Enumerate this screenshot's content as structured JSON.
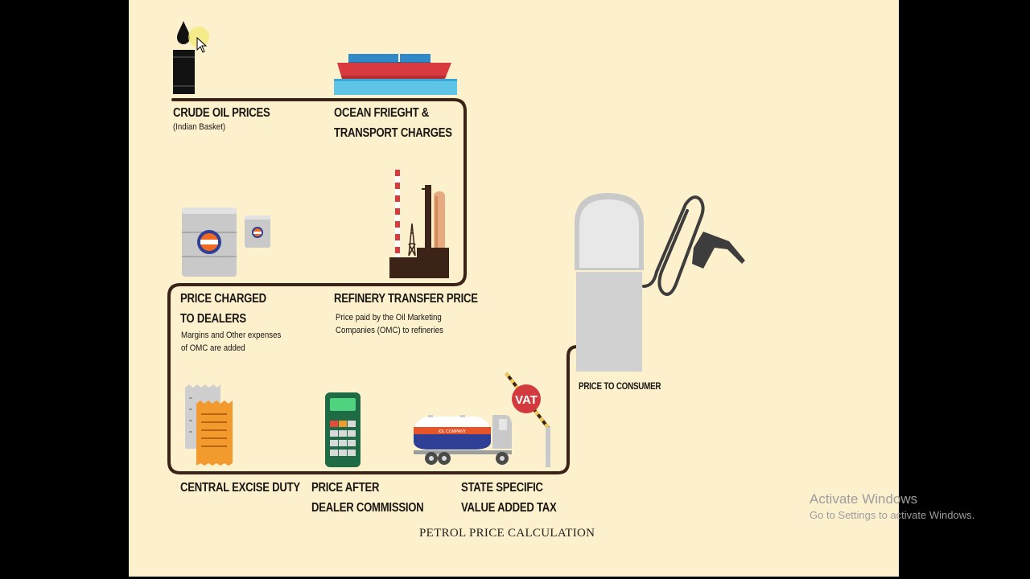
{
  "diagram": {
    "caption": "PETROL PRICE CALCULATION",
    "steps": [
      {
        "title": "CRUDE OIL PRICES",
        "note": "(Indian Basket)"
      },
      {
        "title_lines": [
          "OCEAN FRIEGHT &",
          "TRANSPORT CHARGES"
        ]
      },
      {
        "title": "REFINERY TRANSFER PRICE",
        "note_lines": [
          "Price paid by the Oil Marketing",
          "Companies (OMC) to refineries"
        ]
      },
      {
        "title_lines": [
          "PRICE CHARGED",
          "TO DEALERS"
        ],
        "note_lines": [
          "Margins and Other expenses",
          "of OMC are added"
        ]
      },
      {
        "title": "CENTRAL EXCISE DUTY"
      },
      {
        "title_lines": [
          "PRICE AFTER",
          "DEALER COMMISSION"
        ]
      },
      {
        "title_lines": [
          "STATE SPECIFIC",
          "VALUE ADDED TAX"
        ]
      },
      {
        "title": "PRICE TO CONSUMER"
      }
    ],
    "icon_labels": {
      "vat": "VAT",
      "company": "IOL COMPANY"
    },
    "colors": {
      "background": "#fdf0cd",
      "flow_line": "#3b2417",
      "orange": "#f29a2e",
      "ship_red": "#d83a3f",
      "ship_blue": "#2f8ac7",
      "sea": "#5ec4e8",
      "vat_red": "#d23a3e",
      "calculator_green": "#1e6b45"
    }
  },
  "watermark": {
    "title": "Activate Windows",
    "subtitle": "Go to Settings to activate Windows."
  }
}
